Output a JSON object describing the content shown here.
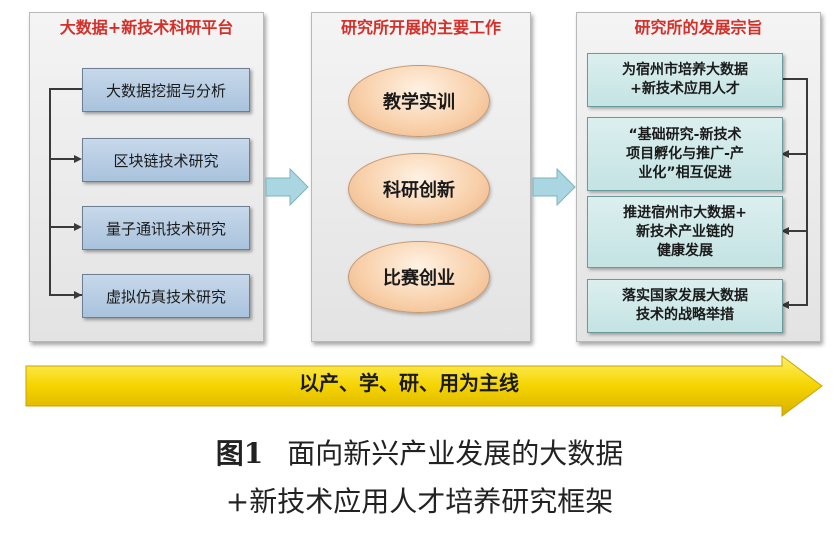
{
  "left_panel": {
    "title": "大数据+新技术科研平台",
    "items": [
      "大数据挖掘与分析",
      "区块链技术研究",
      "量子通讯技术研究",
      "虚拟仿真技术研究"
    ]
  },
  "middle_panel": {
    "title": "研究所开展的主要工作",
    "items": [
      "教学实训",
      "科研创新",
      "比赛创业"
    ]
  },
  "right_panel": {
    "title": "研究所的发展宗旨",
    "items": [
      [
        "为宿州市培养大数据",
        "+新技术应用人才"
      ],
      [
        "“基础研究-新技术",
        "项目孵化与推广-产",
        "业化”相互促进"
      ],
      [
        "推进宿州市大数据+",
        "新技术产业链的",
        "健康发展"
      ],
      [
        "落实国家发展大数据",
        "技术的战略举措"
      ]
    ]
  },
  "main_line": "以产、学、研、用为主线",
  "caption": {
    "figure_number": "图1",
    "line1": "面向新兴产业发展的大数据",
    "line2": "+新技术应用人才培养研究框架"
  },
  "colors": {
    "title_red": "#d4302a",
    "tech_box_blue": "#b8cde4",
    "ellipse_orange": "#f8cfa8",
    "goal_box_teal": "#c4e3e3",
    "flow_arrow": "#a9d6e0",
    "main_arrow_yellow": "#f5d400"
  }
}
